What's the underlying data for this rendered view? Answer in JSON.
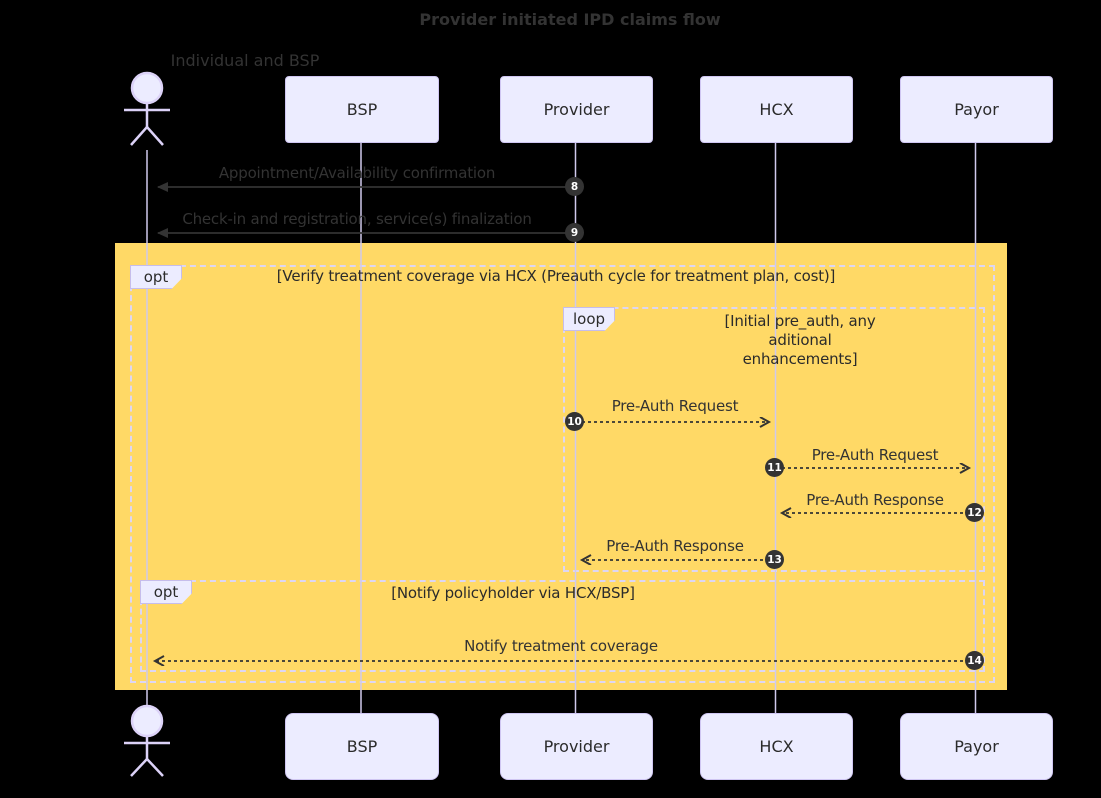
{
  "title": "Provider initiated IPD claims flow",
  "actor": {
    "label": "Individual and BSP"
  },
  "participants": [
    {
      "label": "BSP"
    },
    {
      "label": "Provider"
    },
    {
      "label": "HCX"
    },
    {
      "label": "Payor"
    }
  ],
  "messages": [
    {
      "num": "8",
      "label": "Appointment/Availability confirmation",
      "from": "Provider",
      "to": "Individual",
      "style": "solid"
    },
    {
      "num": "9",
      "label": "Check-in and registration, service(s) finalization",
      "from": "Provider",
      "to": "Individual",
      "style": "solid"
    },
    {
      "num": "10",
      "label": "Pre-Auth Request",
      "from": "Provider",
      "to": "HCX",
      "style": "dotted"
    },
    {
      "num": "11",
      "label": "Pre-Auth Request",
      "from": "HCX",
      "to": "Payor",
      "style": "dotted"
    },
    {
      "num": "12",
      "label": "Pre-Auth Response",
      "from": "Payor",
      "to": "HCX",
      "style": "dotted"
    },
    {
      "num": "13",
      "label": "Pre-Auth Response",
      "from": "HCX",
      "to": "Provider",
      "style": "dotted"
    },
    {
      "num": "14",
      "label": "Notify treatment coverage",
      "from": "Payor",
      "to": "Individual",
      "style": "dotted"
    }
  ],
  "fragments": [
    {
      "keyword": "opt",
      "condition": "[Verify treatment coverage via HCX (Preauth cycle for treatment plan, cost)]"
    },
    {
      "keyword": "loop",
      "condition": "[Initial pre_auth, any\naditional\nenhancements]"
    },
    {
      "keyword": "opt",
      "condition": "[Notify policyholder via HCX/BSP]"
    }
  ],
  "colors": {
    "background": "#000000",
    "participant_fill": "#ECECFF",
    "participant_border": "#CFC6F2",
    "highlight": "#FFD966",
    "message_line": "#333333",
    "lifeline": "#CFC9EC",
    "fragment_border": "#DDD6F3",
    "badge_fill": "#333333",
    "badge_text": "#FFFFFF",
    "text": "#333333"
  }
}
